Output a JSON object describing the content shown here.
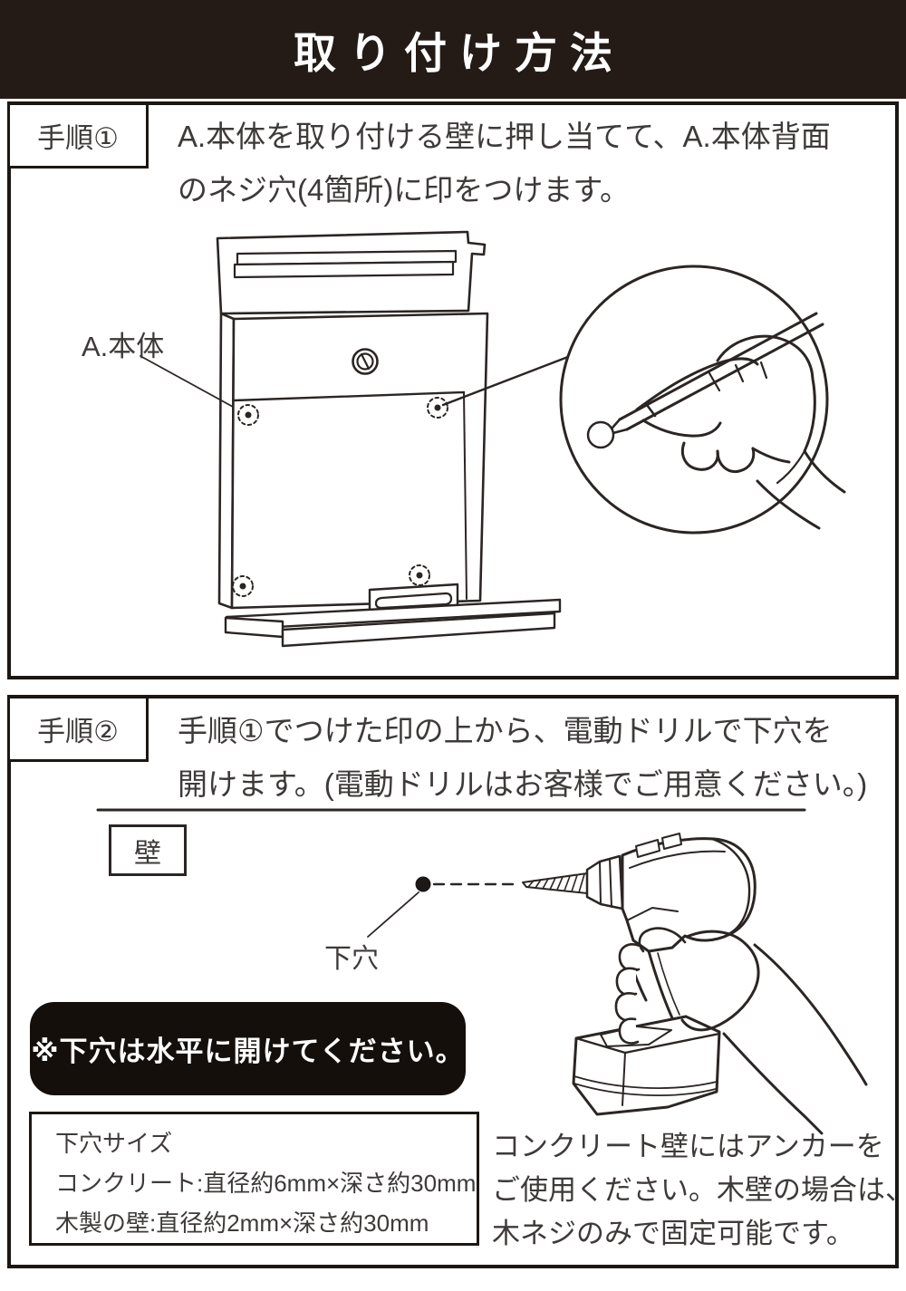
{
  "header": {
    "title": "取り付け方法"
  },
  "colors": {
    "header_bg": "#241b16",
    "warning_bg": "#150f0b",
    "text_ink": "#3e3a39",
    "line_ink": "#2b2523",
    "border": "#1c1713",
    "white": "#ffffff"
  },
  "step1": {
    "label": "手順①",
    "instruction": [
      "A.本体を取り付ける壁に押し当てて、A.本体背面",
      "のネジ穴(4箇所)に印をつけます。"
    ],
    "figure": {
      "part_label": "A.本体"
    }
  },
  "step2": {
    "label": "手順②",
    "instruction": [
      "手順①でつけた印の上から、電動ドリルで下穴を",
      "開けます。(電動ドリルはお客様でご用意ください。)"
    ],
    "figure": {
      "wall_label": "壁",
      "pilot_hole_label": "下穴"
    },
    "warning": "※下穴は水平に開けてください。",
    "pilot_hole_size": {
      "title": "下穴サイズ",
      "concrete": "コンクリート:直径約6mm×深さ約30mm",
      "wood": "木製の壁:直径約2mm×深さ約30mm"
    },
    "anchor_note": [
      "コンクリート壁にはアンカーを",
      "ご使用ください。木壁の場合は、",
      "木ネジのみで固定可能です。"
    ]
  }
}
